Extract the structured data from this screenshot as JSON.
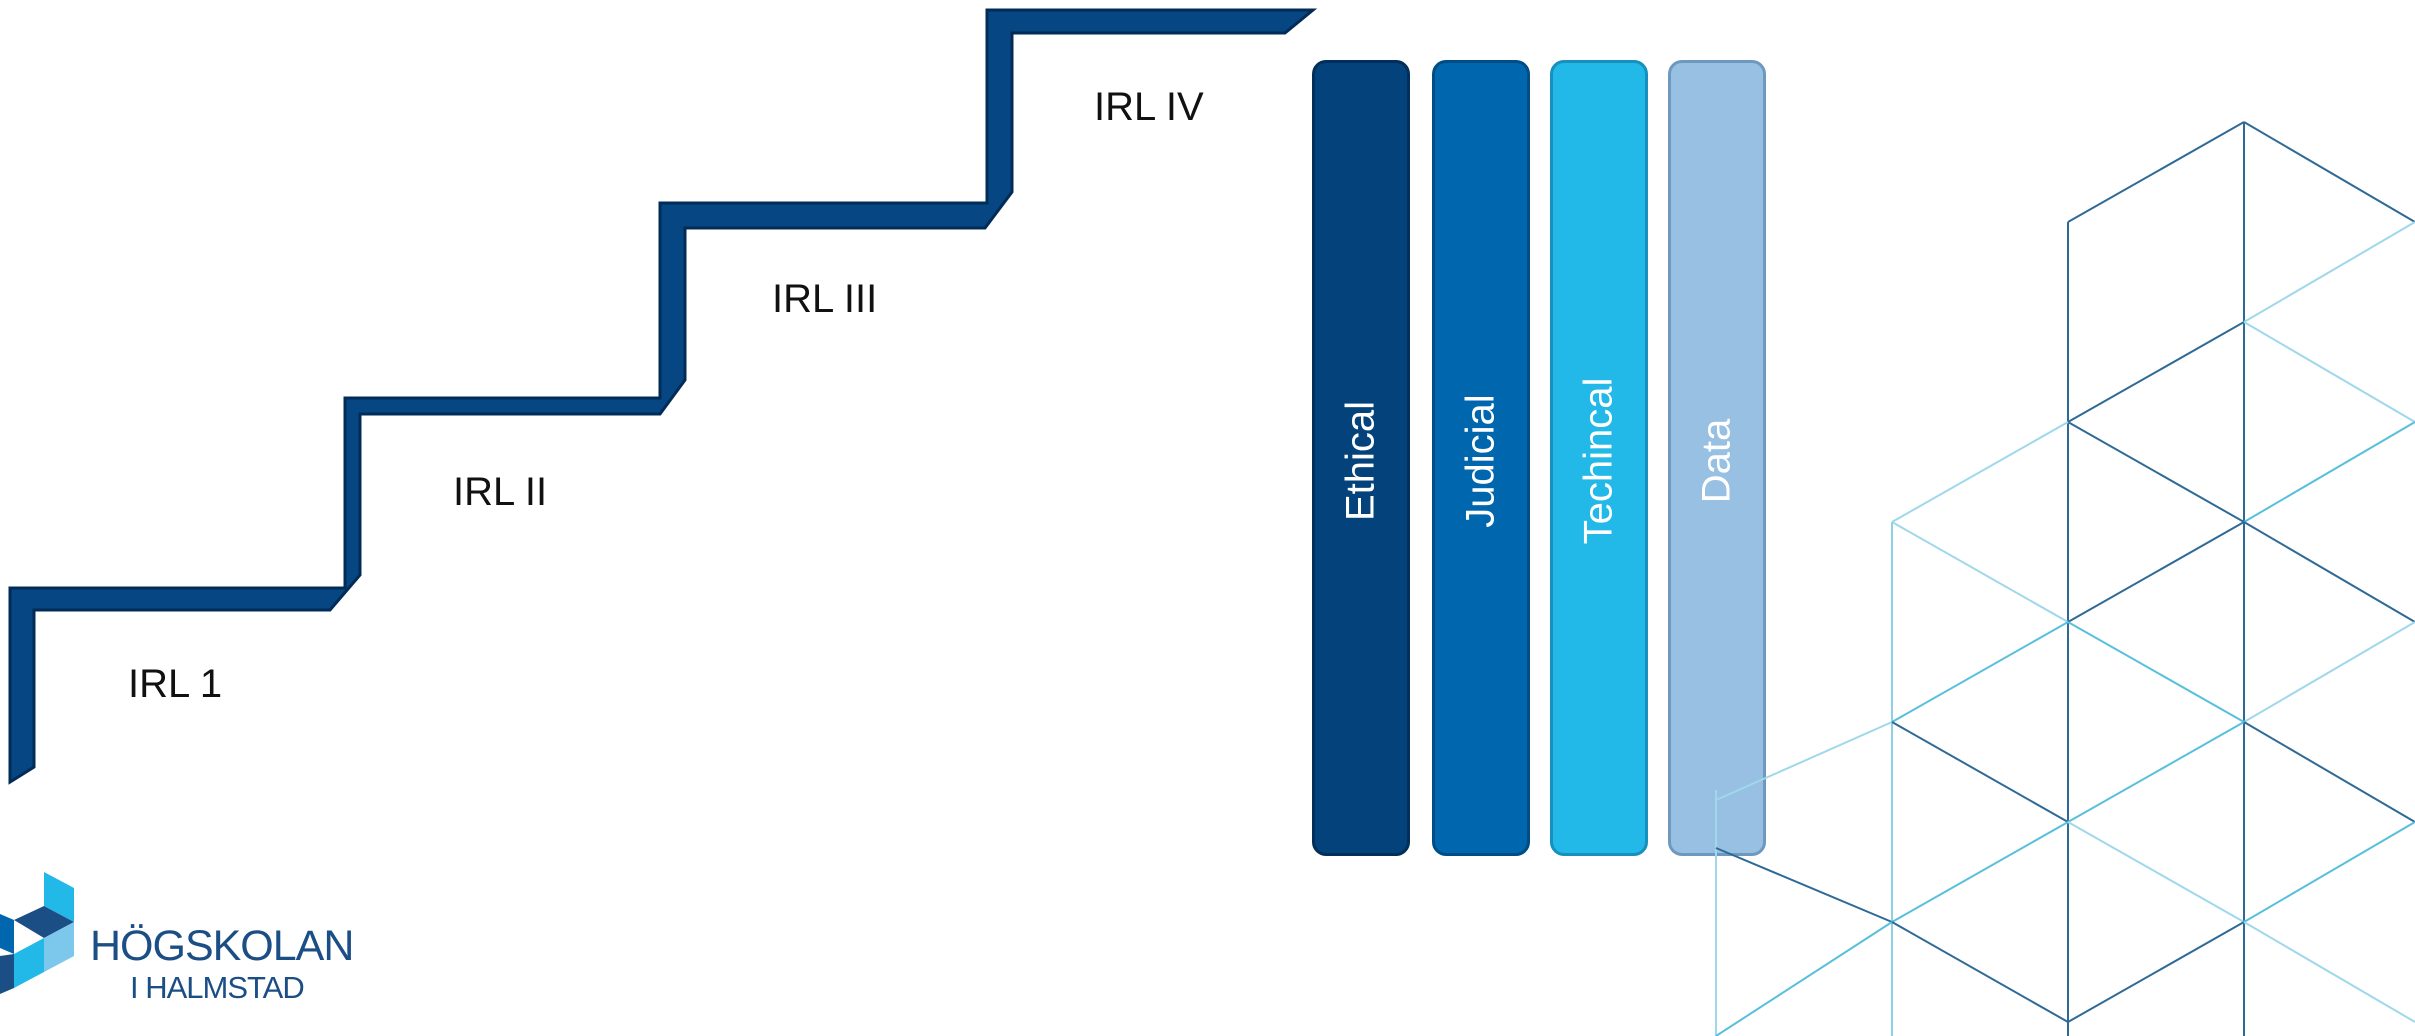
{
  "steps": [
    {
      "label": "IRL 1"
    },
    {
      "label": "IRL II"
    },
    {
      "label": "IRL III"
    },
    {
      "label": "IRL IV"
    }
  ],
  "pillars": [
    {
      "label": "Ethical",
      "color": "#03427a"
    },
    {
      "label": "Judicial",
      "color": "#0066ad"
    },
    {
      "label": "Techincal",
      "color": "#22b8e8"
    },
    {
      "label": "Data",
      "color": "#97c0e3"
    }
  ],
  "logo": {
    "name": "HÖGSKOLAN",
    "subname": "I HALMSTAD"
  },
  "colors": {
    "stair": "#064682",
    "stair_edge": "#022c57",
    "pattern_dark": "#2f6a96",
    "pattern_light": "#58bfdc",
    "logo_text": "#1b4e85"
  }
}
